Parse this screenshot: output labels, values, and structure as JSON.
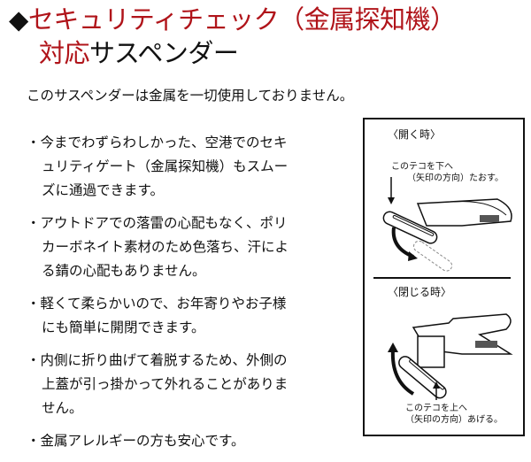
{
  "title": {
    "bullet_symbol": "◆",
    "line1_red": "セキュリティチェック（金属探知機）",
    "line2_red": "対応",
    "line2_black": "サスペンダー"
  },
  "intro": "このサスペンダーは金属を一切使用しておりません。",
  "bullets": [
    {
      "lines": [
        "・今までわずらわしかった、空港でのセキ",
        "ュリティゲート（金属探知機）もスムー",
        "ズに通過できます。"
      ]
    },
    {
      "lines": [
        "・アウトドアでの落雷の心配もなく、ポリ",
        "カーボネイト素材のため色落ち、汗によ",
        "る錆の心配もありません。"
      ]
    },
    {
      "lines": [
        "・軽くて柔らかいので、お年寄りやお子様",
        "にも簡単に開閉できます。"
      ]
    },
    {
      "lines": [
        "・内側に折り曲げて着脱するため、外側の",
        "上蓋が引っ掛かって外れることがありま",
        "せん。"
      ]
    },
    {
      "lines": [
        "・金属アレルギーの方も安心です。"
      ]
    }
  ],
  "diagram": {
    "open": {
      "label": "〈開く時〉",
      "note1": "このテコを下へ",
      "note2": "（矢印の方向）たおす。"
    },
    "close": {
      "label": "〈閉じる時〉",
      "note1": "このテコを上へ",
      "note2": "（矢印の方向）あげる。"
    }
  },
  "colors": {
    "accent_red": "#b0141a",
    "text": "#111111"
  }
}
